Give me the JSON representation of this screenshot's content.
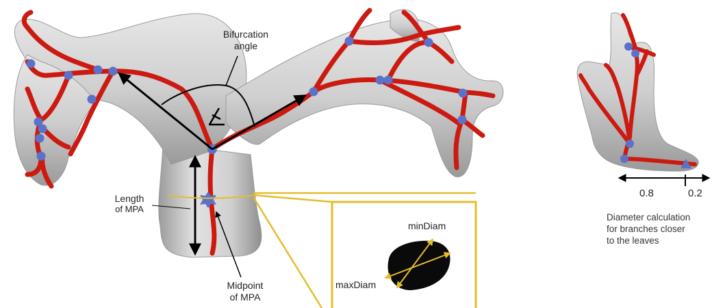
{
  "labels": {
    "bifurcation_line1": "Bifurcation",
    "bifurcation_line2": "angle",
    "length_line1": "Length",
    "length_line2": "of MPA",
    "midpoint_line1": "Midpoint",
    "midpoint_line2": "of MPA",
    "min_diam": "minDiam",
    "max_diam": "maxDiam",
    "ratio_left": "0.8",
    "ratio_right": "0.2",
    "caption_line1": "Diameter calculation",
    "caption_line2": "for branches closer",
    "caption_line3": "to the leaves"
  },
  "colors": {
    "vessel": "#c9c9c9",
    "centerline": "#cc1a10",
    "node": "#5b72c8",
    "inset_border": "#e4bd2c",
    "arrow": "#000000"
  }
}
